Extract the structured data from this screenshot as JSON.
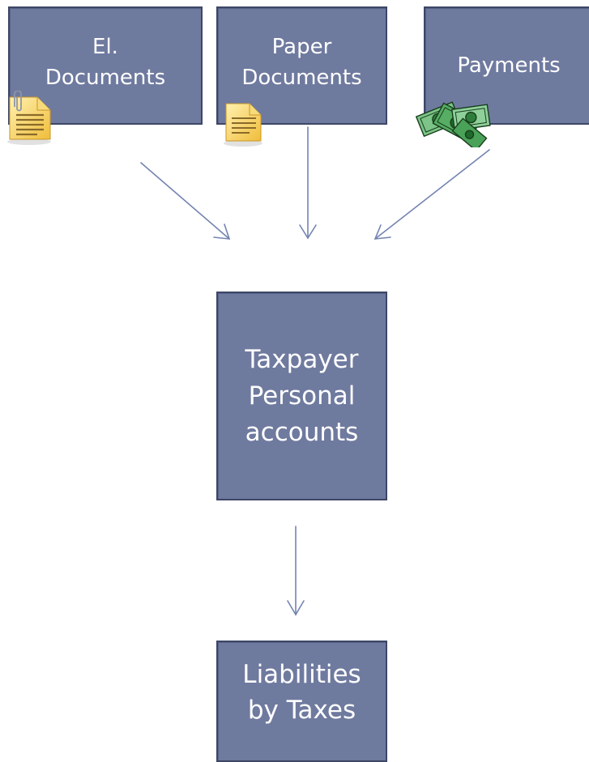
{
  "diagram": {
    "nodes": {
      "el_documents": "El.\nDocuments",
      "paper_documents": "Paper\nDocuments",
      "payments": "Payments",
      "taxpayer_accounts": "Taxpayer\nPersonal\naccounts",
      "liabilities": "Liabilities\nby Taxes"
    },
    "icons": {
      "el_documents": "document-with-paperclip-icon",
      "paper_documents": "document-icon",
      "payments": "money-banknotes-icon"
    }
  },
  "colors": {
    "box_fill": "#6f7a9f",
    "box_border": "#3d4766",
    "arrow": "#7484b0",
    "text": "#ffffff",
    "document_icon": "#f5cf5e",
    "money_icon": "#2f9a3c"
  }
}
